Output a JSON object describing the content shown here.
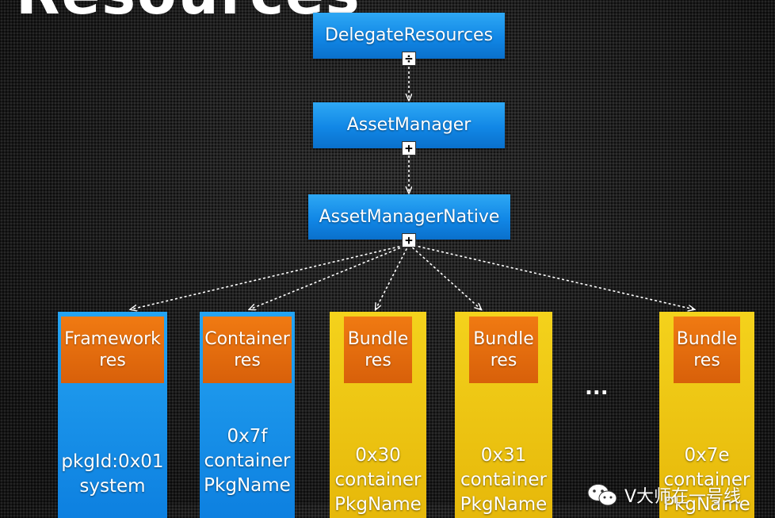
{
  "title": "Resources",
  "boxes": {
    "delegate": "DelegateResources",
    "asset_manager": "AssetManager",
    "asset_manager_native": "AssetManagerNative"
  },
  "columns": [
    {
      "label_1": "Framework",
      "label_2": "res",
      "lines": [
        "pkgId:0x01",
        "system"
      ]
    },
    {
      "label_1": "Container",
      "label_2": "res",
      "lines": [
        "0x7f",
        "container",
        "PkgName"
      ]
    },
    {
      "label_1": "Bundle",
      "label_2": "res",
      "lines": [
        "0x30",
        "container",
        "PkgName"
      ]
    },
    {
      "label_1": "Bundle",
      "label_2": "res",
      "lines": [
        "0x31",
        "container",
        "PkgName"
      ]
    },
    {
      "label_1": "Bundle",
      "label_2": "res",
      "lines": [
        "0x7e",
        "container",
        "PkgName"
      ]
    }
  ],
  "ellipsis": "...",
  "watermark": "V大师在一号线",
  "colors": {
    "blue": "#1187e6",
    "orange": "#e8700e",
    "yellow": "#f0c814"
  }
}
